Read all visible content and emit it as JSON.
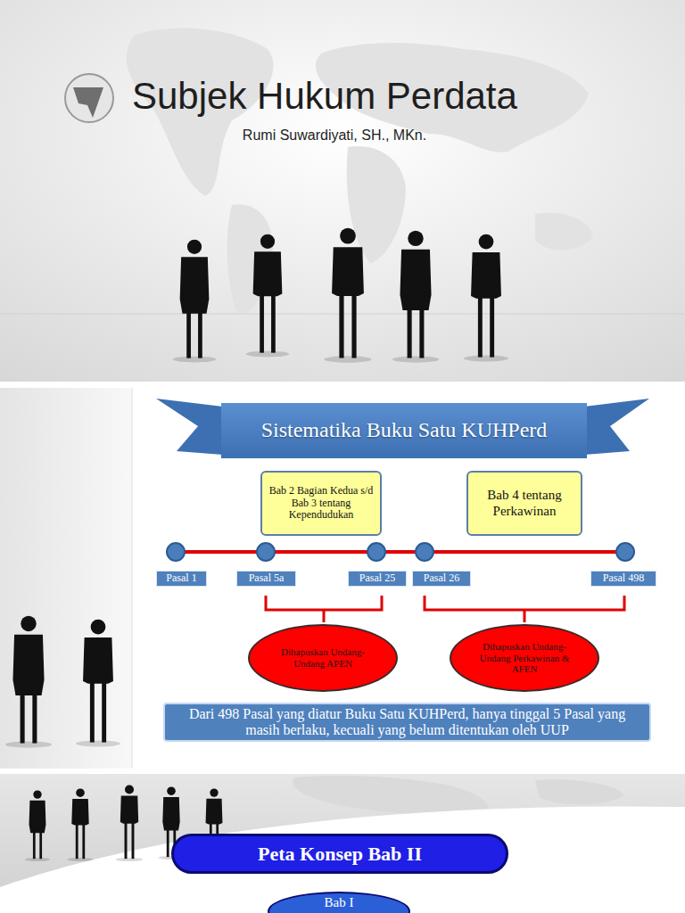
{
  "diagram": {
    "title": "Subjek Hukum Perdata",
    "nodes": [
      {
        "text": [
          "Sistematika Buku Satu KUHPerd"
        ]
      },
      {
        "text": [
          "Bab 2 Bagian Kedua s/d Bab 3 tentang Kependudukan"
        ]
      },
      {
        "text": [
          "Bab 4 tentang Perkawinan"
        ]
      },
      {
        "text": [
          "Pasal 1"
        ]
      },
      {
        "text": [
          "Pasal 5a"
        ]
      },
      {
        "text": [
          "Pasal 25"
        ]
      },
      {
        "text": [
          "Pasal 26"
        ]
      },
      {
        "text": [
          "Pasal 498"
        ]
      },
      {
        "text": [
          "Dihapuskan Undang-Undang APEN"
        ]
      },
      {
        "text": [
          "Dihapuskan Undang-Undang Perkawinan & AFEN"
        ]
      },
      {
        "text": [
          "Dari 498 Pasal yang diatur Buku Satu KUHPerd, hanya tinggal 5 Pasal yang masih berlaku, kecuali yang belum ditentukan oleh UUP"
        ]
      },
      {
        "text": [
          "Peta Konsep Bab II"
        ]
      },
      {
        "text": [
          "Bab I"
        ]
      }
    ],
    "labels": [
      "Rumi Suwardiyati, SH., MKn."
    ]
  }
}
